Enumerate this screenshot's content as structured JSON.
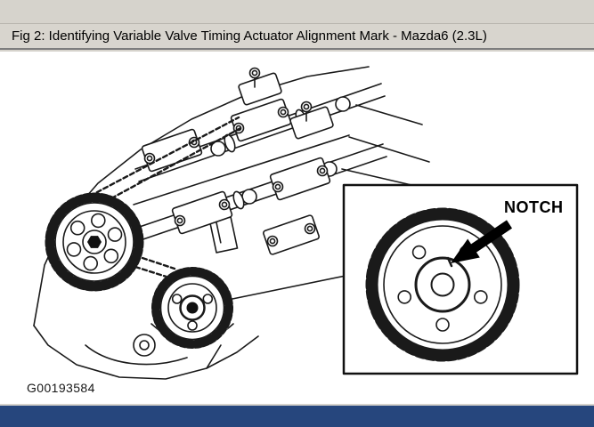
{
  "window": {
    "title_bar": "Fig 2: Identifying Variable Valve Timing Actuator Alignment Mark - Mazda6 (2.3L)"
  },
  "figure": {
    "id_label": "G00193584",
    "inset": {
      "label": "NOTCH"
    }
  },
  "icons": {
    "notch_arrow": "↙"
  },
  "colors": {
    "page_background": "#d6d3cc",
    "title_bar_background": "#d8d5ce",
    "title_bar_border": "#7d7d7d",
    "content_background": "#ffffff",
    "drawing_ink": "#1a1a1a",
    "bottom_bar": "#26467d"
  }
}
